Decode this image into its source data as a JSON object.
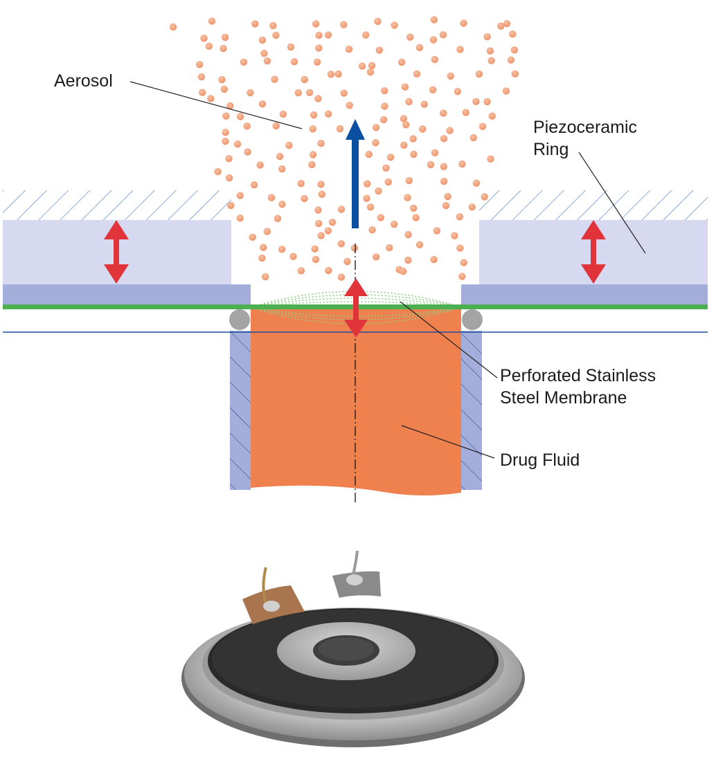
{
  "labels": {
    "aerosol": "Aerosol",
    "piezo_line1": "Piezoceramic",
    "piezo_line2": "Ring",
    "membrane_line1": "Perforated Stainless",
    "membrane_line2": "Steel Membrane",
    "drug_fluid": "Drug Fluid"
  },
  "colors": {
    "aerosol_droplet": "#f0a07a",
    "piezo_ring": "#d6d9ef",
    "housing": "#a3aedb",
    "membrane": "#4caf50",
    "drug_fluid": "#ef814f",
    "vibration_arrow": "#e0343a",
    "flow_arrow": "#0a4fa0",
    "hatch": "#3a74c4"
  }
}
